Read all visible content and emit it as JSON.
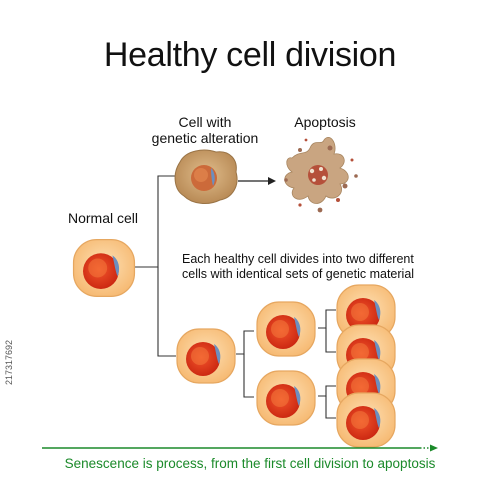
{
  "title": "Healthy cell division",
  "labels": {
    "altered_line1": "Cell with",
    "altered_line2": "genetic alteration",
    "apoptosis": "Apoptosis",
    "normal": "Normal cell",
    "divides_line1": "Each healthy cell divides into two different",
    "divides_line2": "cells with identical sets of genetic material",
    "senescence": "Senescence is process, from the first cell division to apoptosis",
    "stock_id": "217317692"
  },
  "colors": {
    "cytoplasm": "#f9c98a",
    "cell_border": "#e6a760",
    "nucleus": "#e53a1e",
    "altered_cell": "#c8a06e",
    "apoptotic_debris": "#c9a581",
    "connector": "#333333",
    "arrow_green": "#1b8a2a"
  }
}
